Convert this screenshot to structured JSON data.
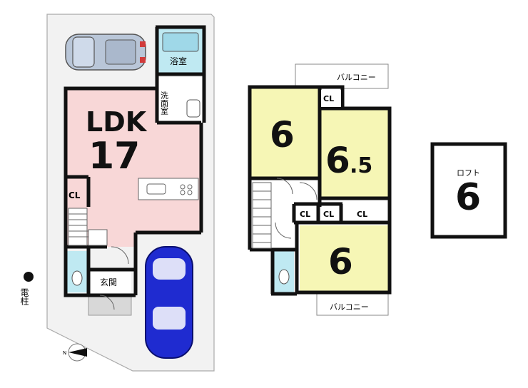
{
  "floor1": {
    "ldk_label": "LDK",
    "ldk_size": "17",
    "bath_label": "浴室",
    "washroom_label": "洗面室",
    "closet_label": "CL",
    "entrance_label": "玄関",
    "pole_label": "電柱"
  },
  "floor2": {
    "room_a_size": "6",
    "room_b_size_main": "6",
    "room_b_size_dec": ".5",
    "room_c_size": "6",
    "closet_label": "CL",
    "balcony_top_label": "バルコニー",
    "balcony_bottom_label": "バルコニー"
  },
  "loft": {
    "label": "ロフト",
    "size": "6"
  },
  "compass": {
    "label": "N"
  },
  "colors": {
    "ldk": "#f8d7d7",
    "bath": "#bfe9f2",
    "room": "#f6f6b5",
    "blue_car": "#1f2bd0",
    "wall": "#111111",
    "lot": "#f2f2f2"
  }
}
